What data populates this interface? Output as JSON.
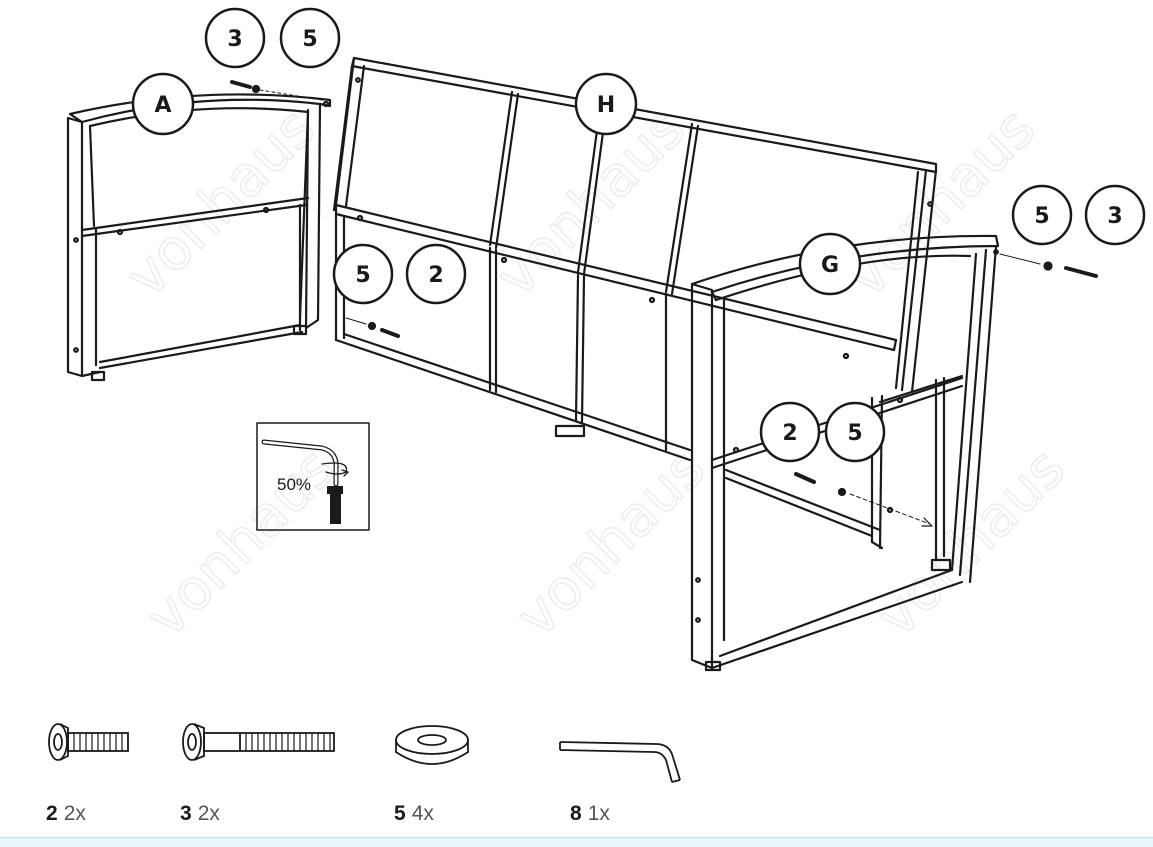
{
  "watermark": "vonhaus",
  "callouts": {
    "A": "A",
    "H": "H",
    "G": "G",
    "top_left_3": "3",
    "top_left_5": "5",
    "top_right_5": "5",
    "top_right_3": "3",
    "mid_left_5": "5",
    "mid_left_2": "2",
    "mid_right_2": "2",
    "mid_right_5": "5"
  },
  "inset": {
    "tighten_label": "50%"
  },
  "parts": [
    {
      "id": "2",
      "qty": "2x",
      "icon": "short-bolt-icon"
    },
    {
      "id": "3",
      "qty": "2x",
      "icon": "long-bolt-icon"
    },
    {
      "id": "5",
      "qty": "4x",
      "icon": "washer-icon"
    },
    {
      "id": "8",
      "qty": "1x",
      "icon": "allen-key-icon"
    }
  ],
  "colors": {
    "line": "#1a1a1a",
    "bottom_bar": "#e8f6fb"
  }
}
